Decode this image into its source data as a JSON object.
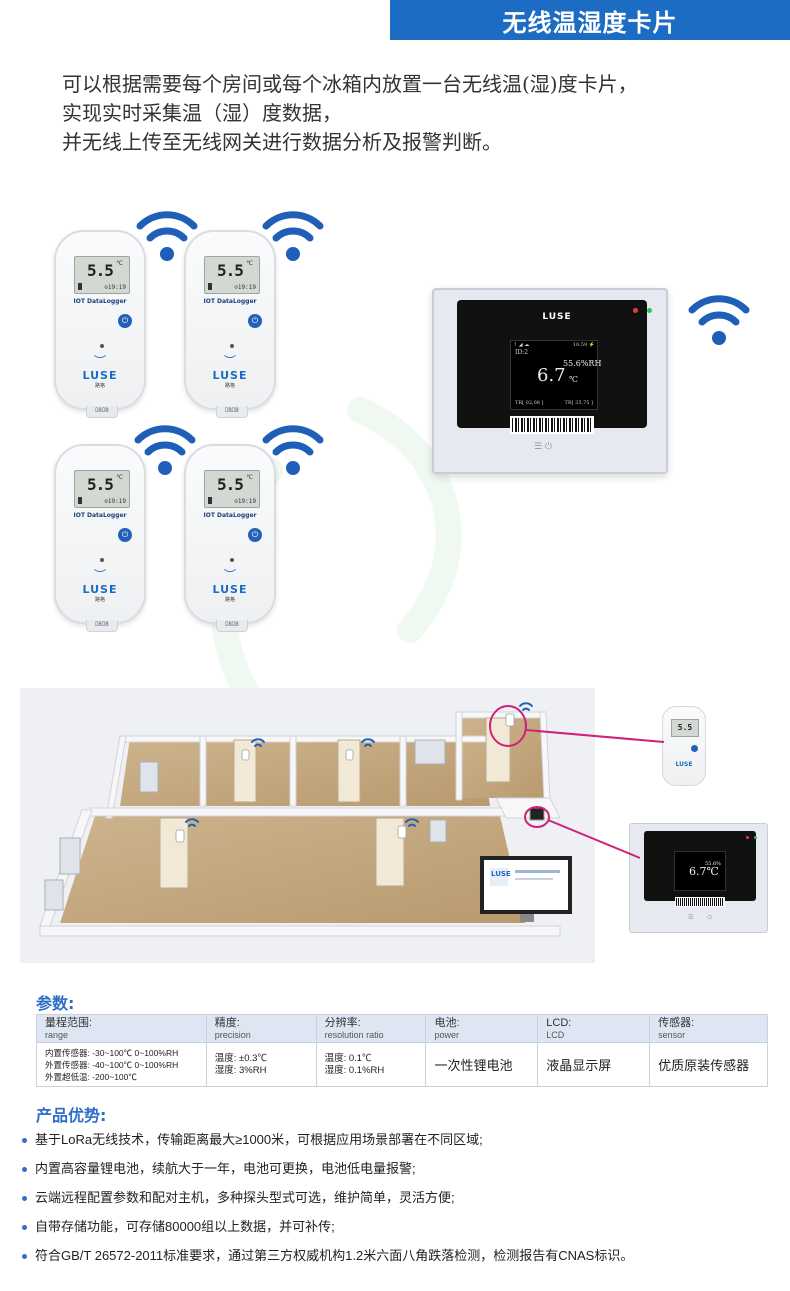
{
  "header": {
    "title": "无线温湿度卡片"
  },
  "intro": {
    "lines": [
      "可以根据需要每个房间或每个冰箱内放置一台无线温(湿)度卡片，",
      "实现实时采集温（湿）度数据，",
      "并无线上传至无线网关进行数据分析及报警判断。"
    ]
  },
  "device": {
    "display_value": "5.5",
    "unit": "℃",
    "small_readout": "⊙19:19",
    "model_label": "IOT DataLogger",
    "brand": "LUSE",
    "brand_cn": "路格",
    "tail_text": "ﾛ8ﾛ8"
  },
  "gateway": {
    "logo": "LUSE",
    "status_left": "↑ ◢ ☁",
    "status_right": "10:59 ⚡",
    "id": "ID:2",
    "temp": "6.7",
    "temp_unit": "℃",
    "humidity": "55.6%RH",
    "range_left": "TR[ 02,08 ]",
    "range_right": "TR[ 35,75 ]",
    "buttons": "☰  ⏻"
  },
  "scene": {
    "monitor_text": "LUSE",
    "mini_display": "5.5",
    "mini_brand": "LUSE",
    "gw2_temp": "6.7℃",
    "gw2_hum": "55.6%"
  },
  "specs": {
    "title": "参数:",
    "headers": [
      {
        "cn": "量程范围:",
        "en": "range"
      },
      {
        "cn": "精度:",
        "en": "precision"
      },
      {
        "cn": "分辨率:",
        "en": "resolution ratio"
      },
      {
        "cn": "电池:",
        "en": "power"
      },
      {
        "cn": "LCD:",
        "en": "LCD"
      },
      {
        "cn": "传感器:",
        "en": "sensor"
      }
    ],
    "range": [
      "内置传感器: -30~100℃ 0~100%RH",
      "外置传感器: -40~100℃ 0~100%RH",
      "外置超低温: -200~100℃"
    ],
    "precision": [
      "温度: ±0.3℃",
      "湿度: 3%RH"
    ],
    "resolution": [
      "温度: 0.1℃",
      "湿度: 0.1%RH"
    ],
    "power": "一次性锂电池",
    "lcd": "液晶显示屏",
    "sensor": "优质原装传感器"
  },
  "advantages": {
    "title": "产品优势:",
    "items": [
      "基于LoRa无线技术，传输距离最大≥1000米，可根据应用场景部署在不同区域;",
      "内置高容量锂电池，续航大于一年，电池可更换，电池低电量报警;",
      "云端远程配置参数和配对主机，多种探头型式可选，维护简单，灵活方便;",
      "自带存储功能，可存储80000组以上数据，并可补传;",
      "符合GB/T 26572-2011标准要求，通过第三方权威机构1.2米六面八角跌落检测，检测报告有CNAS标识。"
    ]
  },
  "colors": {
    "header_bg": "#1d6cc3",
    "wifi": "#1f5fb8",
    "accent_blue": "#2c6ec9",
    "callout_line": "#d0207a",
    "watermark": "#7fcf8a"
  }
}
